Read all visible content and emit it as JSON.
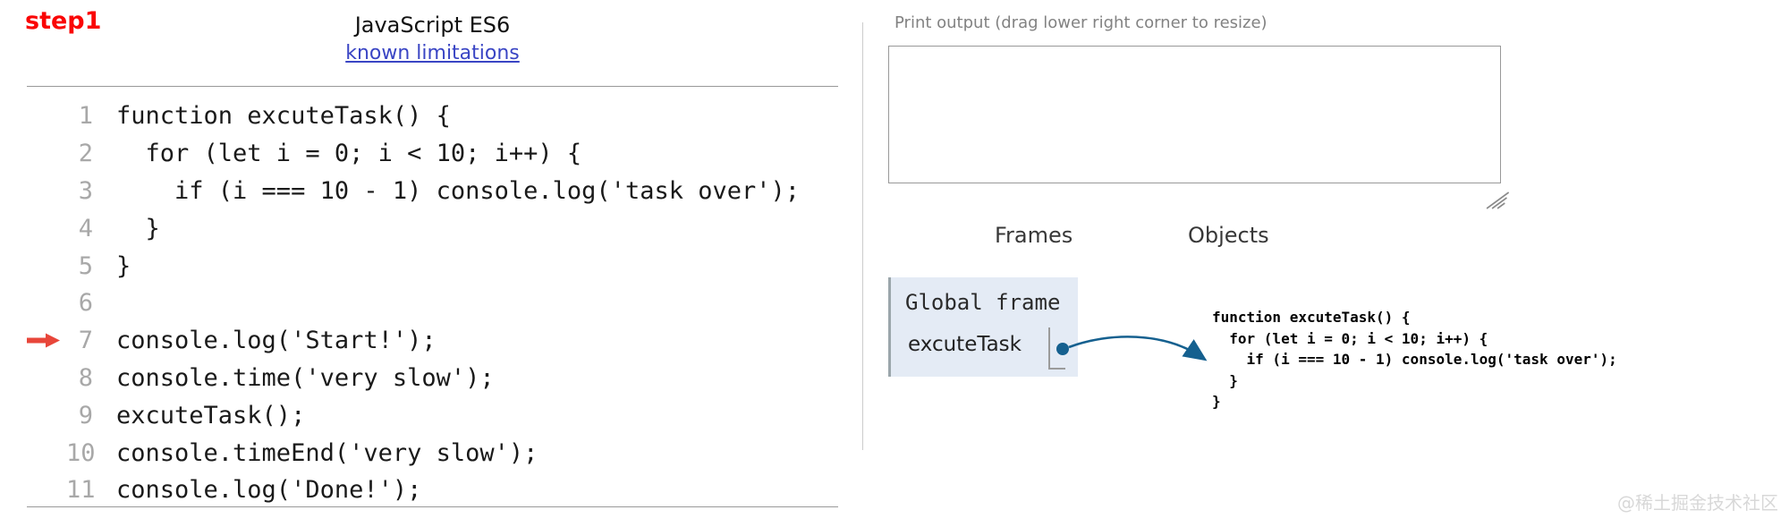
{
  "page": {
    "step_label": "step1",
    "watermark": "@稀土掘金技术社区"
  },
  "editor": {
    "language_label": "JavaScript ES6",
    "limitations_link": "known limitations",
    "exec_line": 7,
    "lines": [
      {
        "num": "1",
        "code": "function excuteTask() {"
      },
      {
        "num": "2",
        "code": "  for (let i = 0; i < 10; i++) {"
      },
      {
        "num": "3",
        "code": "    if (i === 10 - 1) console.log('task over');"
      },
      {
        "num": "4",
        "code": "  }"
      },
      {
        "num": "5",
        "code": "}"
      },
      {
        "num": "6",
        "code": ""
      },
      {
        "num": "7",
        "code": "console.log('Start!');"
      },
      {
        "num": "8",
        "code": "console.time('very slow');"
      },
      {
        "num": "9",
        "code": "excuteTask();"
      },
      {
        "num": "10",
        "code": "console.timeEnd('very slow');"
      },
      {
        "num": "11",
        "code": "console.log('Done!');"
      }
    ]
  },
  "output": {
    "label": "Print output (drag lower right corner to resize)",
    "value": ""
  },
  "visualizer": {
    "frames_heading": "Frames",
    "objects_heading": "Objects",
    "global_frame": {
      "title": "Global frame",
      "variables": [
        {
          "name": "excuteTask",
          "value": "pointer-to-function-object"
        }
      ]
    },
    "objects": [
      {
        "type": "function",
        "code_lines": [
          "function excuteTask() {",
          "  for (let i = 0; i < 10; i++) {",
          "    if (i === 10 - 1) console.log('task over');",
          "  }",
          "}"
        ]
      }
    ]
  },
  "colors": {
    "step_red": "#fa0505",
    "exec_arrow_red": "#e8463a",
    "link_blue": "#3a45c4",
    "pointer_blue": "#15608f",
    "frame_bg": "#e4ebf5",
    "line_number_gray": "#a8a8a8",
    "divider_gray": "#cccccc"
  },
  "icons": {
    "exec_arrow": "red-right-arrow",
    "resize_grip": "diagonal-grip",
    "pointer": "dot-and-curved-arrow"
  }
}
